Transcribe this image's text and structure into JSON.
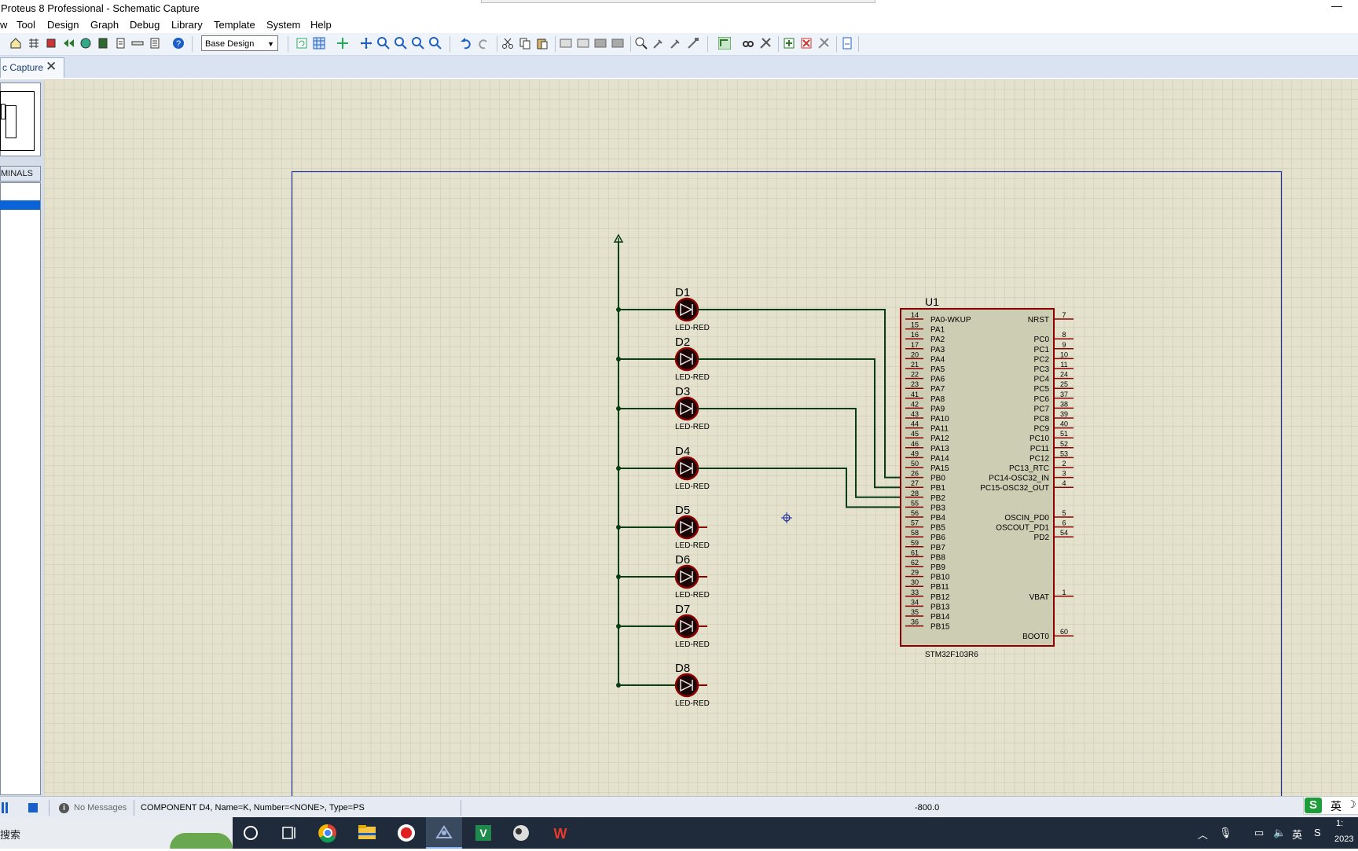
{
  "window": {
    "title": "Proteus 8 Professional - Schematic Capture",
    "minimize_symbol": "—"
  },
  "menu": [
    "w",
    "Tool",
    "Design",
    "Graph",
    "Debug",
    "Library",
    "Template",
    "System",
    "Help"
  ],
  "toolbar": {
    "design_select": "Base Design",
    "icons": [
      "home-icon",
      "schematic-icon",
      "pcb-icon",
      "3d-icon",
      "gerber-icon",
      "bom-icon",
      "notes-icon",
      "help-icon",
      "refresh-icon",
      "grid-icon",
      "origin-icon",
      "pan-icon",
      "zoom-in-icon",
      "zoom-out-icon",
      "zoom-all-icon",
      "zoom-area-icon",
      "undo-icon",
      "redo-icon",
      "cut-icon",
      "copy-icon",
      "paste-icon",
      "block-copy-icon",
      "block-move-icon",
      "block-rotate-icon",
      "block-delete-icon",
      "pick-device-icon",
      "make-device-icon",
      "packaging-icon",
      "decompose-icon",
      "wire-autorouter-icon",
      "search-icon",
      "property-tool-icon",
      "new-sheet-icon",
      "remove-sheet-icon",
      "exit-to-parent-icon",
      "bom-report-icon"
    ]
  },
  "tab": {
    "label": "c Capture",
    "close": "✕"
  },
  "left_panel": {
    "terminals_header": "MINALS"
  },
  "schematic": {
    "mcu": {
      "ref": "U1",
      "part": "STM32F103R6",
      "left_pins": [
        {
          "num": "14",
          "name": "PA0-WKUP"
        },
        {
          "num": "15",
          "name": "PA1"
        },
        {
          "num": "16",
          "name": "PA2"
        },
        {
          "num": "17",
          "name": "PA3"
        },
        {
          "num": "20",
          "name": "PA4"
        },
        {
          "num": "21",
          "name": "PA5"
        },
        {
          "num": "22",
          "name": "PA6"
        },
        {
          "num": "23",
          "name": "PA7"
        },
        {
          "num": "41",
          "name": "PA8"
        },
        {
          "num": "42",
          "name": "PA9"
        },
        {
          "num": "43",
          "name": "PA10"
        },
        {
          "num": "44",
          "name": "PA11"
        },
        {
          "num": "45",
          "name": "PA12"
        },
        {
          "num": "46",
          "name": "PA13"
        },
        {
          "num": "49",
          "name": "PA14"
        },
        {
          "num": "50",
          "name": "PA15"
        },
        {
          "num": "26",
          "name": "PB0"
        },
        {
          "num": "27",
          "name": "PB1"
        },
        {
          "num": "28",
          "name": "PB2"
        },
        {
          "num": "55",
          "name": "PB3"
        },
        {
          "num": "56",
          "name": "PB4"
        },
        {
          "num": "57",
          "name": "PB5"
        },
        {
          "num": "58",
          "name": "PB6"
        },
        {
          "num": "59",
          "name": "PB7"
        },
        {
          "num": "61",
          "name": "PB8"
        },
        {
          "num": "62",
          "name": "PB9"
        },
        {
          "num": "29",
          "name": "PB10"
        },
        {
          "num": "30",
          "name": "PB11"
        },
        {
          "num": "33",
          "name": "PB12"
        },
        {
          "num": "34",
          "name": "PB13"
        },
        {
          "num": "35",
          "name": "PB14"
        },
        {
          "num": "36",
          "name": "PB15"
        }
      ],
      "right_pins": [
        {
          "num": "7",
          "name": "NRST",
          "row": 0
        },
        {
          "num": "8",
          "name": "PC0",
          "row": 2
        },
        {
          "num": "9",
          "name": "PC1",
          "row": 3
        },
        {
          "num": "10",
          "name": "PC2",
          "row": 4
        },
        {
          "num": "11",
          "name": "PC3",
          "row": 5
        },
        {
          "num": "24",
          "name": "PC4",
          "row": 6
        },
        {
          "num": "25",
          "name": "PC5",
          "row": 7
        },
        {
          "num": "37",
          "name": "PC6",
          "row": 8
        },
        {
          "num": "38",
          "name": "PC7",
          "row": 9
        },
        {
          "num": "39",
          "name": "PC8",
          "row": 10
        },
        {
          "num": "40",
          "name": "PC9",
          "row": 11
        },
        {
          "num": "51",
          "name": "PC10",
          "row": 12
        },
        {
          "num": "52",
          "name": "PC11",
          "row": 13
        },
        {
          "num": "53",
          "name": "PC12",
          "row": 14
        },
        {
          "num": "2",
          "name": "PC13_RTC",
          "row": 15
        },
        {
          "num": "3",
          "name": "PC14-OSC32_IN",
          "row": 16
        },
        {
          "num": "4",
          "name": "PC15-OSC32_OUT",
          "row": 17
        },
        {
          "num": "5",
          "name": "OSCIN_PD0",
          "row": 20
        },
        {
          "num": "6",
          "name": "OSCOUT_PD1",
          "row": 21
        },
        {
          "num": "54",
          "name": "PD2",
          "row": 22
        },
        {
          "num": "1",
          "name": "VBAT",
          "row": 28
        },
        {
          "num": "60",
          "name": "BOOT0",
          "row": 32
        }
      ]
    },
    "leds": [
      {
        "ref": "D1",
        "value": "LED-RED"
      },
      {
        "ref": "D2",
        "value": "LED-RED"
      },
      {
        "ref": "D3",
        "value": "LED-RED"
      },
      {
        "ref": "D4",
        "value": "LED-RED"
      },
      {
        "ref": "D5",
        "value": "LED-RED"
      },
      {
        "ref": "D6",
        "value": "LED-RED"
      },
      {
        "ref": "D7",
        "value": "LED-RED"
      },
      {
        "ref": "D8",
        "value": "LED-RED"
      }
    ],
    "connections": [
      {
        "led": "D1",
        "pin": "PB0"
      },
      {
        "led": "D2",
        "pin": "PB1"
      },
      {
        "led": "D3",
        "pin": "PB2"
      },
      {
        "led": "D4",
        "pin": "PB3"
      }
    ],
    "colors": {
      "grid_bg": "#e4e2cc",
      "grid_line": "#c9c7b1",
      "wire": "#0b3d12",
      "part_outline": "#8b0000",
      "part_fill": "#cdcdb3",
      "sheet_border": "#1c2b99"
    }
  },
  "status": {
    "messages": "No Messages",
    "component": "COMPONENT D4, Name=K, Number=<NONE>, Type=PS",
    "coordinate": "-800.0"
  },
  "ime": {
    "logo": "S",
    "lang": "英",
    "moon": "☽"
  },
  "taskbar": {
    "search_text": "搜索",
    "apps": [
      "cortana-icon",
      "task-view-icon",
      "chrome-icon",
      "file-explorer-icon",
      "recorder-icon",
      "proteus-icon",
      "vscode-icon",
      "game-icon",
      "wps-icon"
    ],
    "tray": {
      "lang": "英",
      "clock_top": "1:",
      "clock_bottom": "2023"
    }
  }
}
